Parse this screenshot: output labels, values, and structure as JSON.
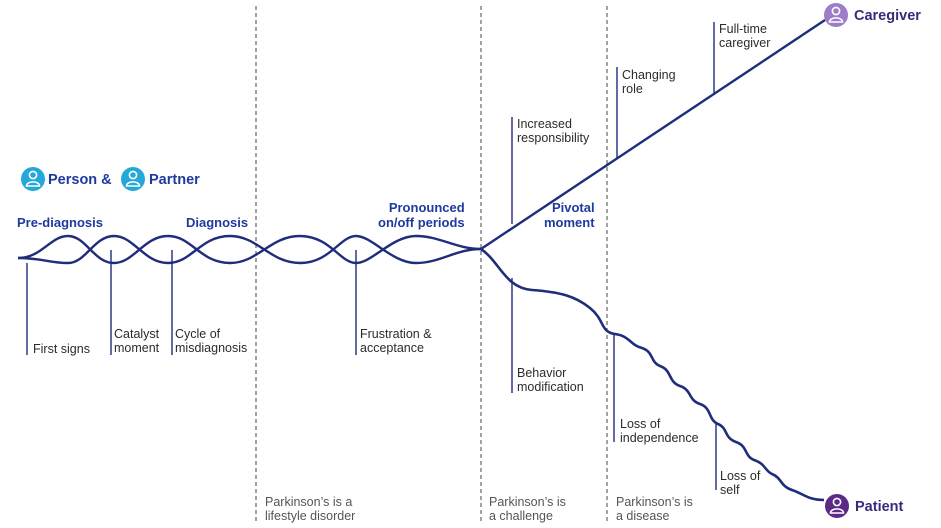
{
  "colors": {
    "line_navy": "#1f2d7a",
    "label_blue": "#1f3a9e",
    "person_teal": "#23a8d8",
    "caregiver_purple": "#9d7cc9",
    "patient_purple": "#5a2a86",
    "milestone_text": "#2b2b2b",
    "era_text": "#555555",
    "divider": "#444444"
  },
  "actors": {
    "person": "Person &",
    "partner": "Partner",
    "caregiver": "Caregiver",
    "patient": "Patient",
    "icon": "person-icon"
  },
  "stages": {
    "pre_diagnosis": "Pre-diagnosis",
    "diagnosis": "Diagnosis",
    "pronounced": "Pronounced\non/off periods",
    "pivotal": "Pivotal\nmoment"
  },
  "milestones": {
    "first_signs": "First signs",
    "catalyst": "Catalyst\nmoment",
    "cycle": "Cycle of\nmisdiagnosis",
    "frustration": "Frustration &\nacceptance",
    "increased_responsibility": "Increased\nresponsibility",
    "changing_role": "Changing\nrole",
    "full_time": "Full-time\ncaregiver",
    "behavior": "Behavior\nmodification",
    "loss_independence": "Loss of\nindependence",
    "loss_self": "Loss of\nself"
  },
  "eras": {
    "lifestyle": "Parkinson’s is a\nlifestyle disorder",
    "challenge": "Parkinson’s is\na challenge",
    "disease": "Parkinson’s is\na disease"
  }
}
